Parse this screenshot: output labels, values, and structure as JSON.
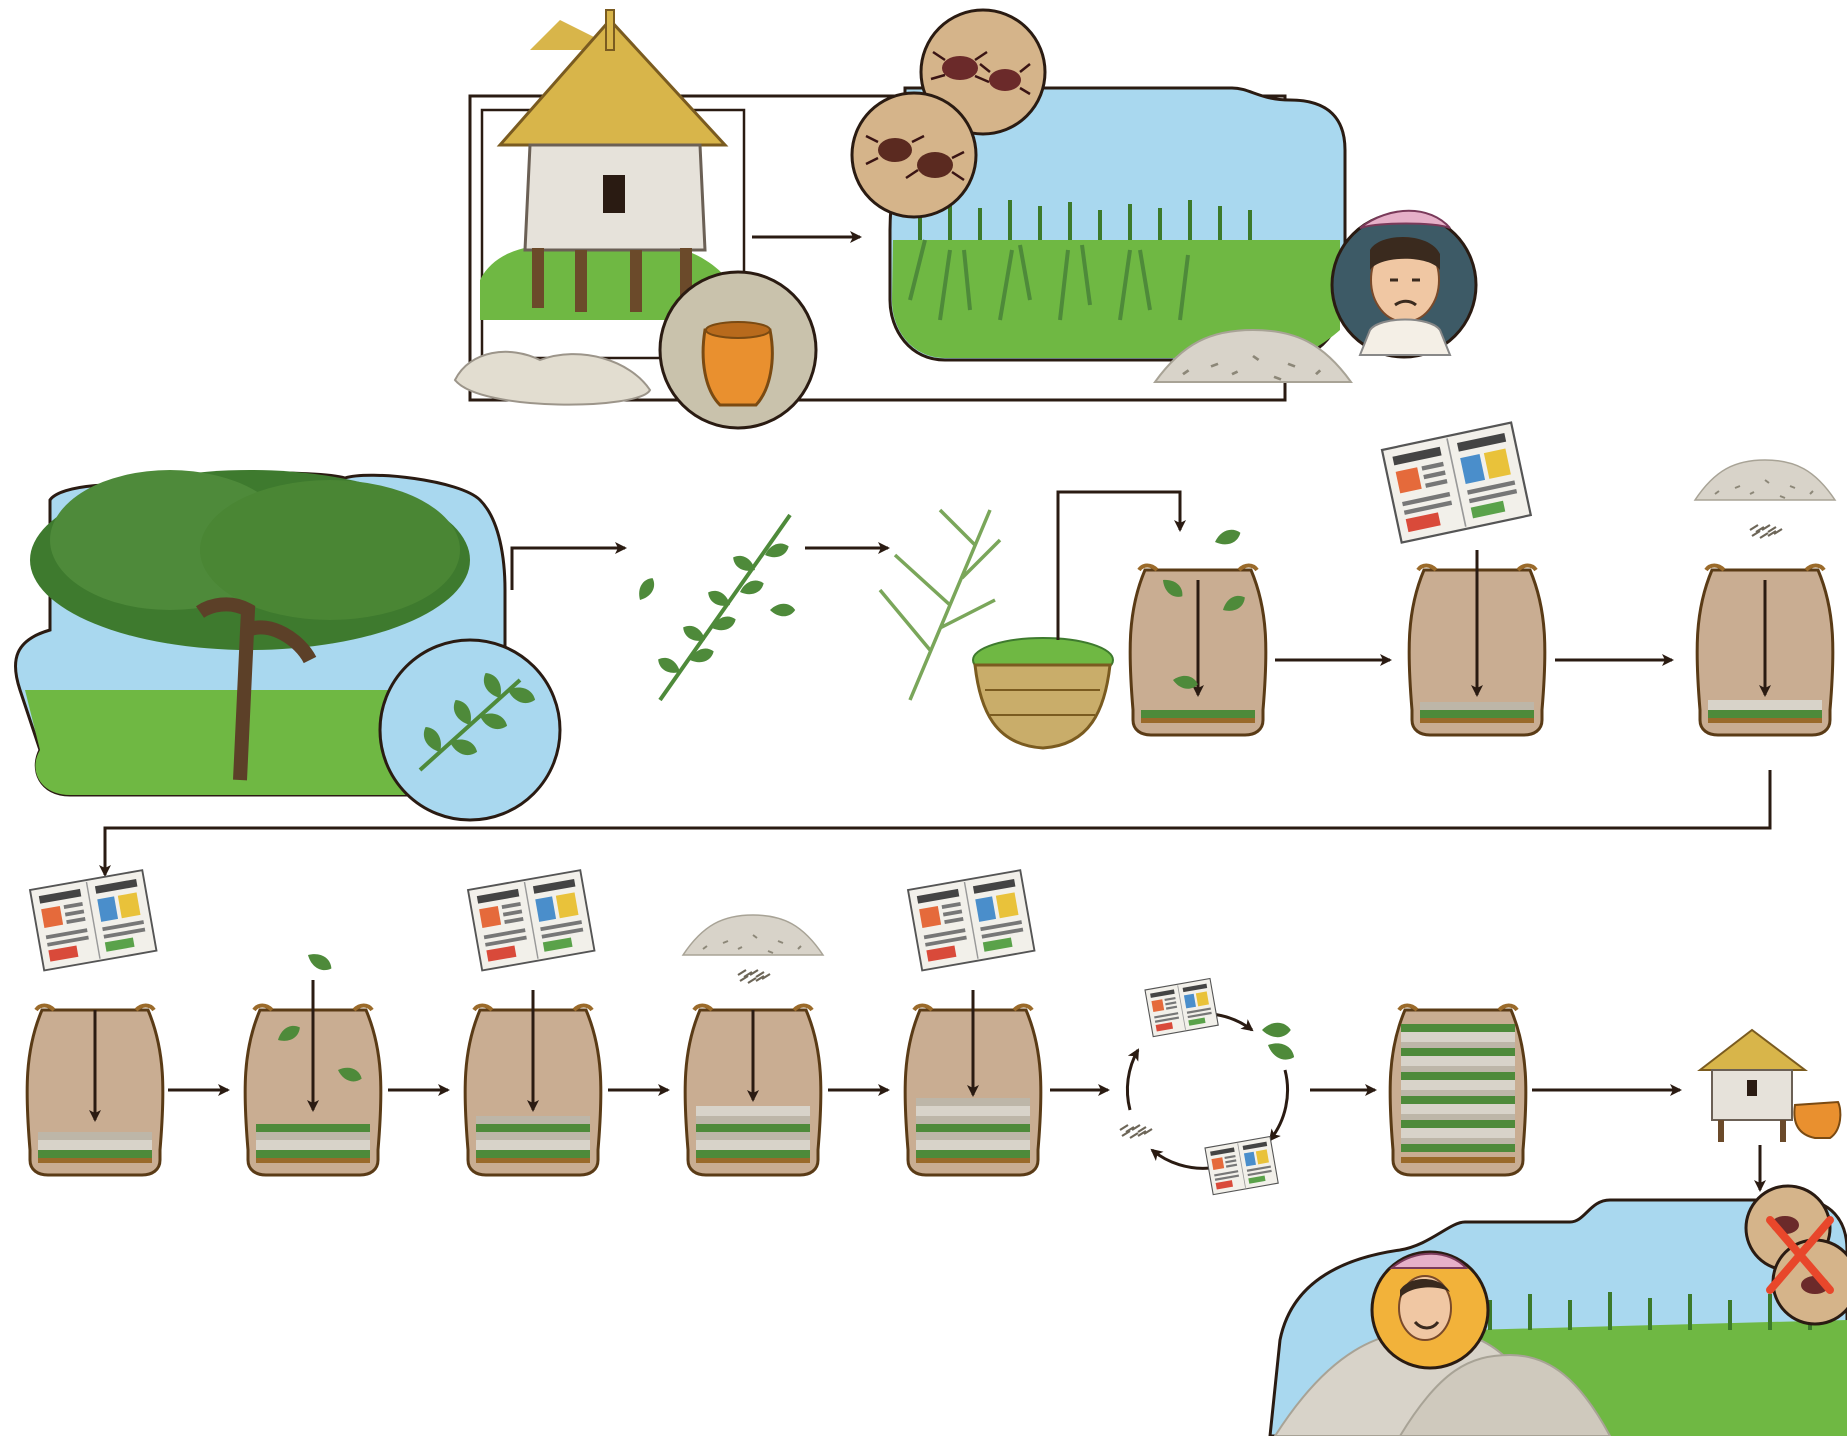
{
  "title": "",
  "colors": {
    "background": "#ffffff",
    "arrow": "#2a1b12",
    "pot_body": "#c9ad92",
    "pot_rim": "#9a6a2a",
    "pot_outline": "#5a3b16",
    "leaf_green": "#4e8a3a",
    "leaf_light": "#8cc46a",
    "sky": "#a9d8ef",
    "grass": "#6fb843",
    "rice_grain": "#d8d3c9",
    "thatch": "#d8b54a",
    "wall": "#e6e2da",
    "newspaper": "#f2f0ea",
    "warning_red": "#e8472b"
  },
  "icons": {
    "granary": "granary-hut-icon",
    "weevils": "weevil-insect-icon",
    "farmer_worried": "worried-farmer-icon",
    "farmer_happy": "happy-farmer-icon",
    "neem_tree": "neem-tree-icon",
    "neem_leaf": "neem-leaf-icon",
    "basket": "basket-icon",
    "newspaper": "newspaper-icon",
    "rice_pile": "rice-pile-icon",
    "clay_pot": "clay-pot-icon",
    "cycle": "cycle-arrows-icon",
    "no_pests": "cross-mark-icon"
  },
  "steps": [
    {
      "id": "storage",
      "contents": "granary"
    },
    {
      "id": "problem",
      "contents": "weevils"
    },
    {
      "id": "neem_source",
      "contents": "neem_tree"
    },
    {
      "id": "pot_1",
      "layer_added": "neem_leaf"
    },
    {
      "id": "pot_2",
      "layer_added": "newspaper"
    },
    {
      "id": "pot_3",
      "layer_added": "rice_pile"
    },
    {
      "id": "pot_4",
      "layer_added": "newspaper"
    },
    {
      "id": "pot_5",
      "layer_added": "neem_leaf"
    },
    {
      "id": "pot_6",
      "layer_added": "newspaper"
    },
    {
      "id": "pot_7",
      "layer_added": "rice_pile"
    },
    {
      "id": "pot_8",
      "layer_added": "newspaper"
    },
    {
      "id": "repeat_cycle",
      "contents": "cycle"
    },
    {
      "id": "pot_full",
      "layers": "alternating"
    },
    {
      "id": "result",
      "contents": "no_pests"
    }
  ]
}
